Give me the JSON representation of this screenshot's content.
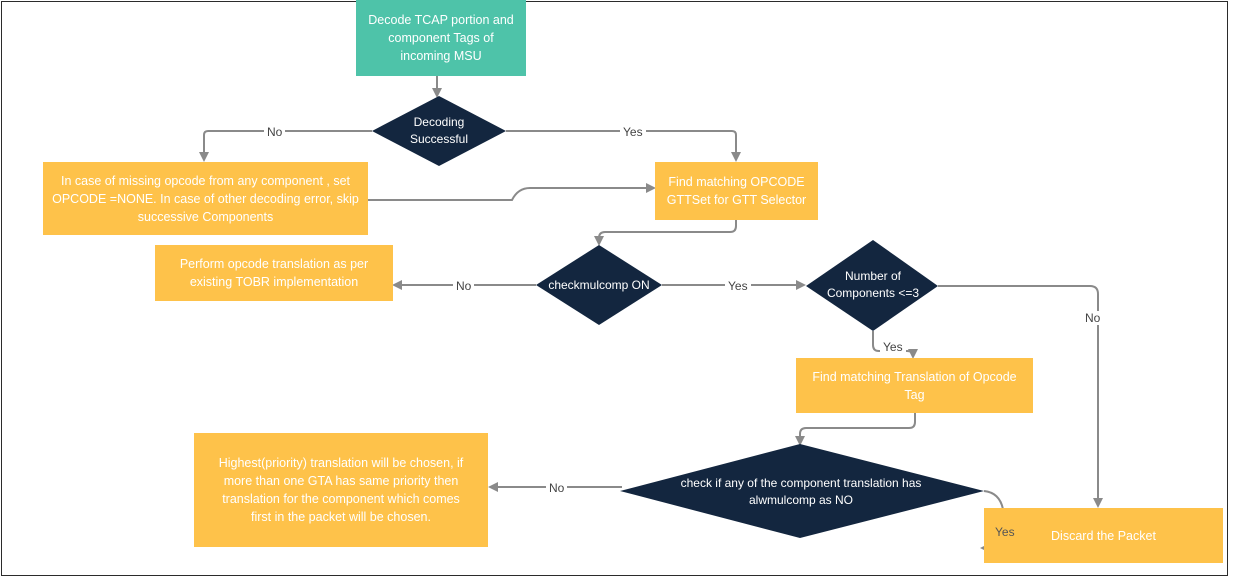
{
  "colors": {
    "start_box": "#4ec3a9",
    "process_box": "#fec24a",
    "decision": "#13263f",
    "connector": "#8a8a8a",
    "text_on_shape": "#ffffff"
  },
  "nodes": {
    "decode": "Decode TCAP portion and component Tags of incoming MSU",
    "decoding_successful": "Decoding Successful",
    "missing_opcode": "In case of missing opcode from any component , set OPCODE =NONE. In case of other decoding error, skip successive Components",
    "find_opcode_gttset": "Find matching OPCODE GTTSet for GTT Selector",
    "perform_translation": "Perform opcode translation as per existing TOBR implementation",
    "checkmulcomp": "checkmulcomp ON",
    "num_components": "Number of Components  <=3",
    "find_translation": "Find matching Translation of Opcode Tag",
    "check_alwmulcomp": "check if any of the component translation has alwmulcomp as NO",
    "highest_priority": "Highest(priority) translation will be chosen, if more than one GTA has same priority then translation for the component which comes first in the packet will be chosen.",
    "discard": "Discard the Packet"
  },
  "edges": {
    "decoding_no": "No",
    "decoding_yes": "Yes",
    "checkmulcomp_no": "No",
    "checkmulcomp_yes": "Yes",
    "components_no": "No",
    "components_yes": "Yes",
    "alwmulcomp_no": "No",
    "alwmulcomp_yes": "Yes"
  }
}
